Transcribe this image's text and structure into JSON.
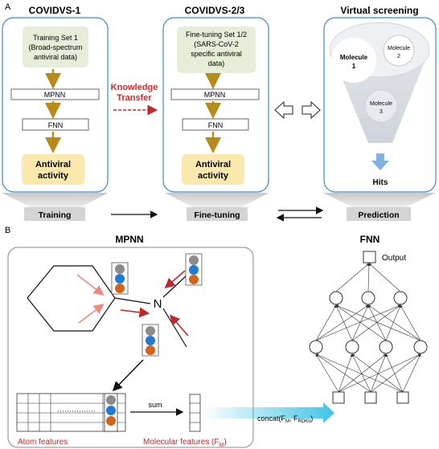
{
  "panel_a": {
    "letter": "A",
    "col1": {
      "title": "COVIDVS-1",
      "training_set": [
        "Training Set 1",
        "(Broad-spectrum",
        "antiviral data)"
      ],
      "mpnn": "MPNN",
      "fnn": "FNN",
      "output": [
        "Antiviral",
        "activity"
      ]
    },
    "transfer": [
      "Knowledge",
      "Transfer"
    ],
    "col2": {
      "title": "COVIDVS-2/3",
      "training_set": [
        "Fine-tuning Set 1/2",
        "(SARS-CoV-2",
        "specific antiviral",
        "data)"
      ],
      "mpnn": "MPNN",
      "fnn": "FNN",
      "output": [
        "Antiviral",
        "activity"
      ]
    },
    "col3": {
      "title": "Virtual screening",
      "molecule1": [
        "Molecule",
        "1"
      ],
      "molecule2": [
        "Molecule",
        "2"
      ],
      "molecule3": [
        "Molecule",
        "3"
      ],
      "hits": "Hits"
    },
    "stages": [
      "Training",
      "Fine-tuning",
      "Prediction"
    ]
  },
  "panel_b": {
    "letter": "B",
    "mpnn_title": "MPNN",
    "fnn_title": "FNN",
    "atom_label": "N",
    "output_label": "Output",
    "sum_label": "sum",
    "concat_label": "concat(F",
    "concat_sub1": "M",
    "concat_mid": ", F",
    "concat_sub2": "RDKit",
    "concat_end": ")",
    "atom_features": "Atom features",
    "molecular_features": "Molecular features (F",
    "molecular_sub": "M",
    "molecular_end": ")"
  },
  "colors": {
    "panel_border": "#3d8ad0",
    "green_box": "#e6eed9",
    "yellow_box": "#fbe8ad",
    "arrow_gold": "#b58b1a",
    "red": "#d42a2a",
    "gray_bar": "#d4d4d4",
    "atom_gray": "#8c8c8c",
    "atom_blue": "#1f7bd4",
    "atom_orange": "#d4641c",
    "cyan": "#40c4e8"
  }
}
